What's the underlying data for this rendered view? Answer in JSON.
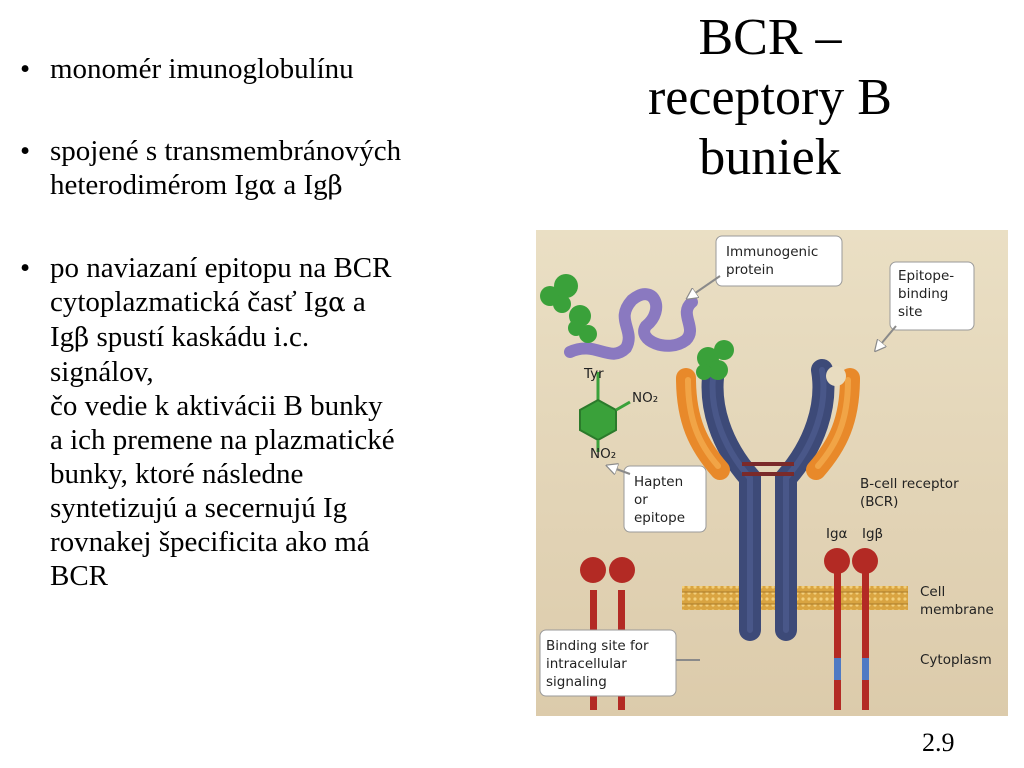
{
  "title": [
    "BCR –",
    "receptory B",
    "buniek"
  ],
  "bullets": [
    {
      "lines": [
        {
          "parts": [
            {
              "t": "monomér imunoglobulínu"
            }
          ]
        }
      ]
    },
    {
      "lines": [
        {
          "parts": [
            {
              "t": "spojené s transmembránových"
            }
          ]
        },
        {
          "parts": [
            {
              "t": "heterodimérom Ig"
            },
            {
              "t": "α",
              "greek": true
            },
            {
              "t": " a Ig"
            },
            {
              "t": "β",
              "greek": true
            }
          ]
        }
      ]
    },
    {
      "lines": [
        {
          "parts": [
            {
              "t": "po naviazaní epitopu na BCR"
            }
          ]
        },
        {
          "parts": [
            {
              "t": "cytoplazmatická časť Ig"
            },
            {
              "t": "α",
              "greek": true
            },
            {
              "t": " a"
            }
          ]
        },
        {
          "parts": [
            {
              "t": "Ig"
            },
            {
              "t": "β",
              "greek": true
            },
            {
              "t": " spustí kaskádu i.c."
            }
          ]
        },
        {
          "parts": [
            {
              "t": "signálov,"
            }
          ]
        },
        {
          "parts": [
            {
              "t": "čo vedie k aktivácii B bunky"
            }
          ]
        },
        {
          "parts": [
            {
              "t": "a ich premene na plazmatické"
            }
          ]
        },
        {
          "parts": [
            {
              "t": "bunky, ktoré následne"
            }
          ]
        },
        {
          "parts": [
            {
              "t": "syntetizujú a secernujú Ig"
            }
          ]
        },
        {
          "parts": [
            {
              "t": "rovnakej špecificita ako má"
            }
          ]
        },
        {
          "parts": [
            {
              "t": "BCR"
            }
          ]
        }
      ]
    }
  ],
  "slide_number": "2.9",
  "figure": {
    "callouts": {
      "immunogenic": [
        "Immunogenic",
        "protein"
      ],
      "epitope": [
        "Epitope-",
        "binding",
        "site"
      ],
      "hapten": [
        "Hapten",
        "or",
        "epitope"
      ],
      "binding": [
        "Binding site for",
        "intracellular",
        "signaling"
      ]
    },
    "labels": {
      "bcr": [
        "B-cell receptor",
        "(BCR)"
      ],
      "ig_alpha": "Igα",
      "ig_beta": "Igβ",
      "membrane": [
        "Cell",
        "membrane"
      ],
      "cytoplasm": "Cytoplasm",
      "no2_a": "NO₂",
      "no2_b": "NO₂",
      "tyr": "Tyr"
    },
    "colors": {
      "background": "#e8dcc0",
      "heavy_chain": "#3d4a78",
      "light_chain": "#e8892a",
      "ig_alpha_beta": "#b32a24",
      "membrane": "#d9a441",
      "antigen_green": "#3aa13a",
      "protein_purple": "#8a79c0",
      "stripe_blue": "#4f7ac4"
    }
  }
}
